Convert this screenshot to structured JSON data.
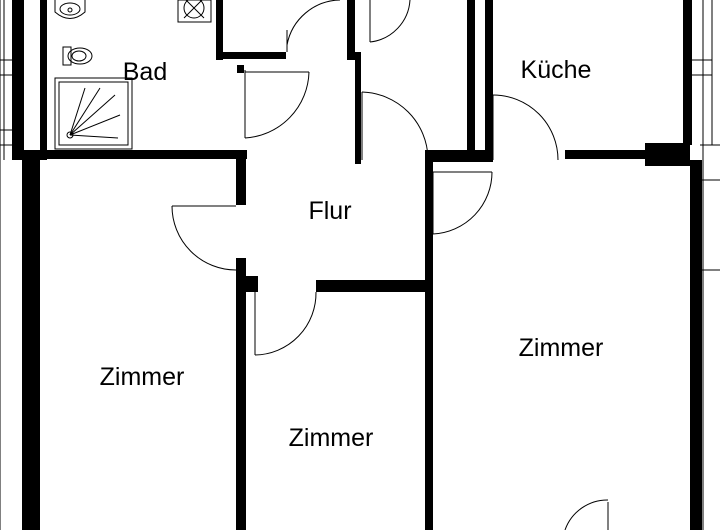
{
  "floorplan": {
    "rooms": {
      "bad": "Bad",
      "kueche": "Küche",
      "flur": "Flur",
      "zimmer_left": "Zimmer",
      "zimmer_middle": "Zimmer",
      "zimmer_right": "Zimmer"
    },
    "colors": {
      "wall": "#000000",
      "background": "#ffffff"
    }
  }
}
